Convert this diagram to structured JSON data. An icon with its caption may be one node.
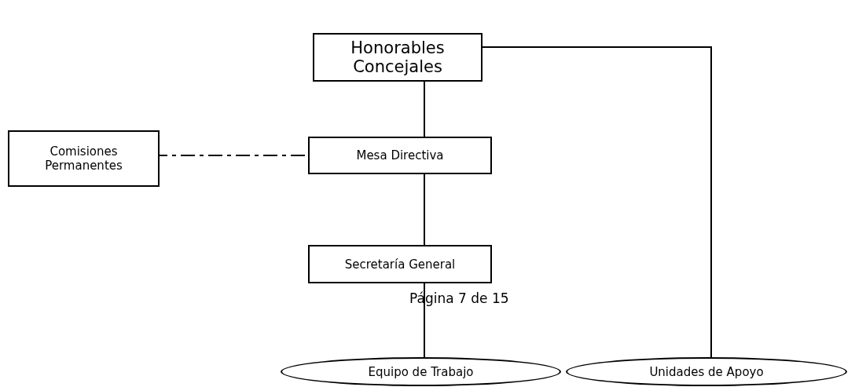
{
  "diagram": {
    "nodes": [
      {
        "text": [
          "Honorables Concejales"
        ]
      },
      {
        "text": [
          "Comisiones Permanentes"
        ]
      },
      {
        "text": [
          "Mesa Directiva"
        ]
      },
      {
        "text": [
          "Secretaría General"
        ]
      },
      {
        "text": [
          "Equipo de Trabajo"
        ]
      },
      {
        "text": [
          "Unidades de Apoyo"
        ]
      }
    ],
    "edges": [
      {
        "from": 0,
        "to": 2,
        "arrow": "none"
      },
      {
        "from": 2,
        "to": 1,
        "arrow": "none",
        "style": "dashed"
      },
      {
        "from": 2,
        "to": 3,
        "arrow": "none"
      },
      {
        "from": 3,
        "to": 4,
        "arrow": "none"
      },
      {
        "from": 0,
        "to": 5,
        "arrow": "none"
      }
    ],
    "labels": [
      "Página 7 de 15"
    ]
  }
}
